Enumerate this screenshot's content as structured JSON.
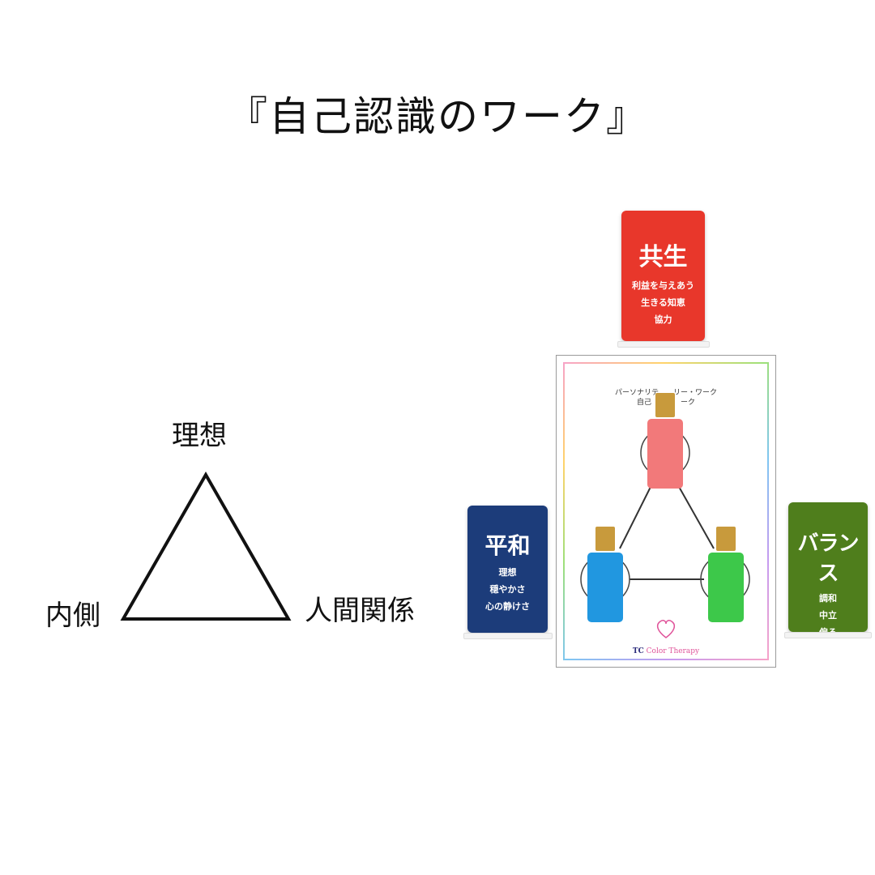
{
  "title": "『自己認識のワーク』",
  "triangle": {
    "top": "理想",
    "left": "内側",
    "right": "人間関係"
  },
  "cards": {
    "red": {
      "title": "共生",
      "lines": [
        "利益を与えあう",
        "生きる知恵",
        "協力"
      ],
      "color": "#e8372b"
    },
    "blue": {
      "title": "平和",
      "lines": [
        "理想",
        "穏やかさ",
        "心の静けさ"
      ],
      "color": "#1c3c7a"
    },
    "green": {
      "title": "バランス",
      "lines": [
        "調和",
        "中立",
        "偏る"
      ],
      "color": "#4f7e1c"
    }
  },
  "sheet": {
    "heading_line1": "パーソナリテ　　リー・ワーク",
    "heading_line2": "自己　　　　ーク",
    "brand_tc": "TC",
    "brand_rest": "Color Therapy",
    "bottle_colors": {
      "top": "#f2797a",
      "left": "#2197e0",
      "right": "#3dc84a"
    }
  }
}
